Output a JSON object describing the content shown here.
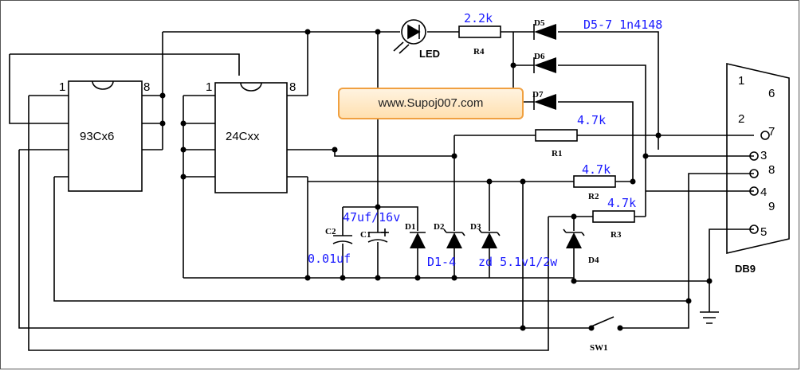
{
  "chips": {
    "eeprom_93": "93Cx6",
    "eeprom_24": "24Cxx",
    "pin_1": "1",
    "pin_8": "8"
  },
  "resistors": {
    "r4_value": "2.2k",
    "r4_ref": "R4",
    "r1_value": "4.7k",
    "r1_ref": "R1",
    "r2_value": "4.7k",
    "r2_ref": "R2",
    "r3_value": "4.7k",
    "r3_ref": "R3"
  },
  "diodes": {
    "d5": "D5",
    "d6": "D6",
    "d7": "D7",
    "d5_7_note": "D5-7 1n4148",
    "d1": "D1",
    "d2": "D2",
    "d3": "D3",
    "d4": "D4",
    "d1_4_note": "D1-4",
    "zener_note": "zd 5.1v1/2w"
  },
  "capacitors": {
    "c1_ref": "C1",
    "c1_value": "47uf/16v",
    "c2_ref": "C2",
    "c2_value": "0.01uf"
  },
  "led": "LED",
  "switch": "SW1",
  "connector": {
    "name": "DB9",
    "pins": [
      "1",
      "2",
      "3",
      "4",
      "5",
      "6",
      "7",
      "8",
      "9"
    ]
  },
  "watermark": "www.Supoj007.com"
}
